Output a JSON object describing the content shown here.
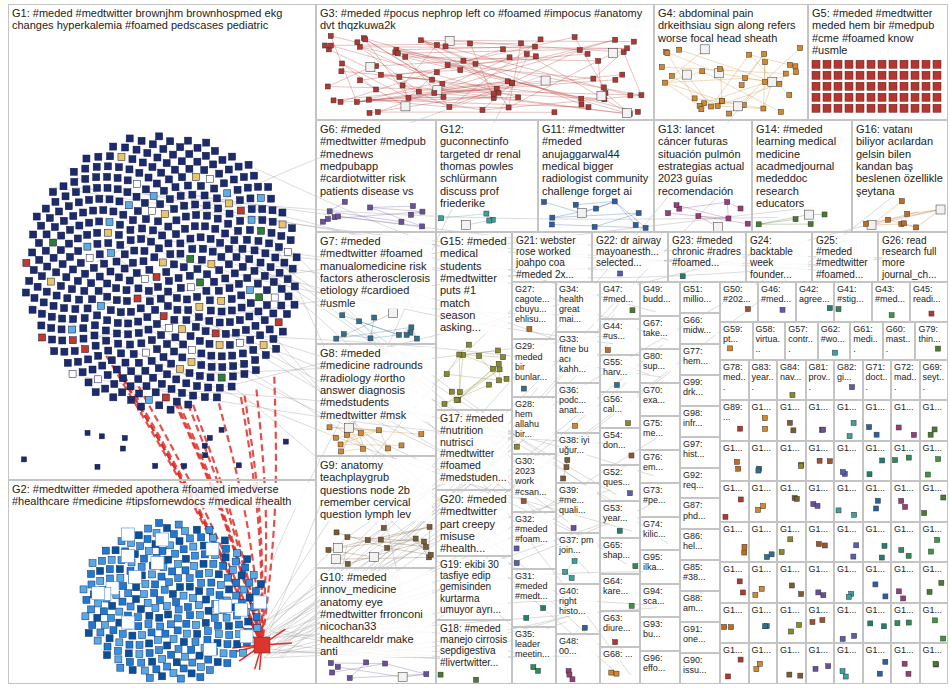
{
  "diagram": {
    "nodes": [
      {
        "text": [
          "G1: #meded #medtwitter brownjhm brownhospmed ekg changes hyperkalemia #foamed pedscases pediatric"
        ]
      },
      {
        "text": [
          "G2: #medtwitter #meded apothera #foamed imedverse #healthcare #medicine #tipsfornewdocs #medical #health"
        ]
      },
      {
        "text": [
          "G3: #meded #pocus nephrop left co #foamed #impocus #anatomy dvt thqzkuwa2k"
        ]
      },
      {
        "text": [
          "G4: abdominal pain drkeithsiau sign along refers worse focal head sheath"
        ]
      },
      {
        "text": [
          "G5: #meded #medtwitter meded hem bir #medpub #cme #foamed know #usmle"
        ]
      },
      {
        "text": [
          "G6: #meded #medtwitter #medpub #mednews medpubapp #cardiotwitter risk patients disease vs"
        ]
      },
      {
        "text": [
          "G12: guconnectinfo targeted dr renal thomas powles schlürmann discuss prof friederike"
        ]
      },
      {
        "text": [
          "G11: #medtwitter #meded anujaggarwal44 medical bigger radiologist community challenge forget ai"
        ]
      },
      {
        "text": [
          "G13: lancet cáncer futuras situación pulmón estrategias actual 2023 guías recomendación"
        ]
      },
      {
        "text": [
          "G14: #meded learning medical medicine acadmedjournal mededdoc research educators"
        ]
      },
      {
        "text": [
          "G16: vatanı biliyor acılardan gelsin bilen kandan baş beslenen özellikle şeytana"
        ]
      },
      {
        "text": [
          "G7: #meded #medtwitter #foamed manualomedicine risk factors atherosclerosis etiology #cardioed #usmle"
        ]
      },
      {
        "text": [
          "G15: #meded medical students #medtwitter puts #1 match season asking..."
        ]
      },
      {
        "text": [
          "G21: webster rose worked joahpo coa #meded 2x..."
        ]
      },
      {
        "text": [
          "G22: dr airway mayoanesth... selected..."
        ]
      },
      {
        "text": [
          "G23: #meded chronic #radres #foamed..."
        ]
      },
      {
        "text": [
          "G24: backtable week founder..."
        ]
      },
      {
        "text": [
          "G25: #meded #medtwitter #foamed..."
        ]
      },
      {
        "text": [
          "G26: read research full more journal_ch..."
        ]
      },
      {
        "text": [
          "G8: #meded #medicine radrounds #radiology #ortho answer diagnosis #medstudents #medtwitter #msk"
        ]
      },
      {
        "text": [
          "G9: anatomy teachplaygrub questions node 2b remember cervical question lymph lev"
        ]
      },
      {
        "text": [
          "G10: #meded innov_medicine anatomy eye #medtwitter frronconi nicochan33 healthcareldr make anti"
        ]
      },
      {
        "text": [
          "G17: #meded #nutrition nutrisci #medtwitter #foamed #medstuden..."
        ]
      },
      {
        "text": [
          "G20: #meded #medtwitter part creepy misuse #health..."
        ]
      },
      {
        "text": [
          "G19: ekibi 30 tasfiye edip gemisinden kurtarma umuyor ayrı..."
        ]
      },
      {
        "text": [
          "G18: #meded manejo cirrosis sepdigestiva #livertwitter..."
        ]
      },
      {
        "text": [
          "G27: cagote... cbuyu... ehlisu..."
        ]
      },
      {
        "text": [
          "G29: meded bir bunlar..."
        ]
      },
      {
        "text": [
          "G28: hem allahu bir..."
        ]
      },
      {
        "text": [
          "G30: 2023 work #csan..."
        ]
      },
      {
        "text": [
          "G32: #meded #foam..."
        ]
      },
      {
        "text": [
          "G31: #meded #medt..."
        ]
      },
      {
        "text": [
          "G35: leader meetin..."
        ]
      },
      {
        "text": [
          "G34: health great mai..."
        ]
      },
      {
        "text": [
          "G33: fitne bu acı kahh..."
        ]
      },
      {
        "text": [
          "G36: podc... anat..."
        ]
      },
      {
        "text": [
          "G38: iyi uğur..."
        ]
      },
      {
        "text": [
          "G39: #me... quali..."
        ]
      },
      {
        "text": [
          "G37: pm join..."
        ]
      },
      {
        "text": [
          "G40: right histo..."
        ]
      },
      {
        "text": [
          "G48: 00..."
        ]
      },
      {
        "text": [
          "G47: #med..."
        ]
      },
      {
        "text": [
          "G44: #us..."
        ]
      },
      {
        "text": [
          "G55: harv..."
        ]
      },
      {
        "text": [
          "G56: cal..."
        ]
      },
      {
        "text": [
          "G54: don..."
        ]
      },
      {
        "text": [
          "G52: ques..."
        ]
      },
      {
        "text": [
          "G53: year..."
        ]
      },
      {
        "text": [
          "G65: shap..."
        ]
      },
      {
        "text": [
          "G64: kare..."
        ]
      },
      {
        "text": [
          "G63: diure..."
        ]
      },
      {
        "text": [
          "G68: ..."
        ]
      },
      {
        "text": [
          "G49: budd..."
        ]
      },
      {
        "text": [
          "G67: take..."
        ]
      },
      {
        "text": [
          "G80: sup..."
        ]
      },
      {
        "text": [
          "G70: exa..."
        ]
      },
      {
        "text": [
          "G75: me..."
        ]
      },
      {
        "text": [
          "G76: em..."
        ]
      },
      {
        "text": [
          "G73: #pe..."
        ]
      },
      {
        "text": [
          "G74: kilic..."
        ]
      },
      {
        "text": [
          "G95: ilka..."
        ]
      },
      {
        "text": [
          "G94: sca..."
        ]
      },
      {
        "text": [
          "G93: bu..."
        ]
      },
      {
        "text": [
          "G96: effo..."
        ]
      },
      {
        "text": [
          "G51: millio..."
        ]
      },
      {
        "text": [
          "G66: midw..."
        ]
      },
      {
        "text": [
          "G77: hem..."
        ]
      },
      {
        "text": [
          "G99: drk..."
        ]
      },
      {
        "text": [
          "G98: infr..."
        ]
      },
      {
        "text": [
          "G97: hist..."
        ]
      },
      {
        "text": [
          "G92: req..."
        ]
      },
      {
        "text": [
          "G87: phd..."
        ]
      },
      {
        "text": [
          "G86: hel..."
        ]
      },
      {
        "text": [
          "G85: #38..."
        ]
      },
      {
        "text": [
          "G88: am..."
        ]
      },
      {
        "text": [
          "G91: one..."
        ]
      },
      {
        "text": [
          "G90: issu..."
        ]
      },
      {
        "text": [
          "G50: #202..."
        ]
      },
      {
        "text": [
          "G46: #med..."
        ]
      },
      {
        "text": [
          "G42: agree..."
        ]
      },
      {
        "text": [
          "G41: #stig..."
        ]
      },
      {
        "text": [
          "G43: #med..."
        ]
      },
      {
        "text": [
          "G45: readi..."
        ]
      },
      {
        "text": [
          "G59: pt..."
        ]
      },
      {
        "text": [
          "G58: virtua..."
        ]
      },
      {
        "text": [
          "G57: contr..."
        ]
      },
      {
        "text": [
          "G62: #wo..."
        ]
      },
      {
        "text": [
          "G61: medi..."
        ]
      },
      {
        "text": [
          "G60: mast..."
        ]
      },
      {
        "text": [
          "G79: thin..."
        ]
      },
      {
        "text": [
          "G78: med..."
        ]
      },
      {
        "text": [
          "G83: year..."
        ]
      },
      {
        "text": [
          "G84: nav..."
        ]
      },
      {
        "text": [
          "G81: prov..."
        ]
      },
      {
        "text": [
          "G82: gi..."
        ]
      },
      {
        "text": [
          "G71: doct..."
        ]
      },
      {
        "text": [
          "G72: mad..."
        ]
      },
      {
        "text": [
          "G69: seyt..."
        ]
      },
      {
        "text": [
          "G89: ..."
        ]
      },
      {
        "text": [
          "G1..."
        ]
      },
      {
        "text": [
          "G1..."
        ]
      },
      {
        "text": [
          "G1..."
        ]
      },
      {
        "text": [
          "G1..."
        ]
      },
      {
        "text": [
          "G1..."
        ]
      },
      {
        "text": [
          "G1..."
        ]
      },
      {
        "text": [
          "G1..."
        ]
      },
      {
        "text": [
          "G1..."
        ]
      },
      {
        "text": [
          "G1..."
        ]
      },
      {
        "text": [
          "G1..."
        ]
      },
      {
        "text": [
          "G1..."
        ]
      },
      {
        "text": [
          "G1..."
        ]
      },
      {
        "text": [
          "G1..."
        ]
      },
      {
        "text": [
          "G1..."
        ]
      },
      {
        "text": [
          "G1..."
        ]
      },
      {
        "text": [
          "G1..."
        ]
      },
      {
        "text": [
          "G1..."
        ]
      },
      {
        "text": [
          "G1..."
        ]
      },
      {
        "text": [
          "G1..."
        ]
      },
      {
        "text": [
          "G1..."
        ]
      },
      {
        "text": [
          "G1..."
        ]
      },
      {
        "text": [
          "G1..."
        ]
      },
      {
        "text": [
          "G1..."
        ]
      },
      {
        "text": [
          "G1..."
        ]
      },
      {
        "text": [
          "G1..."
        ]
      },
      {
        "text": [
          "G1..."
        ]
      },
      {
        "text": [
          "G1..."
        ]
      },
      {
        "text": [
          "G1..."
        ]
      },
      {
        "text": [
          "G1..."
        ]
      },
      {
        "text": [
          "G1..."
        ]
      },
      {
        "text": [
          "G1..."
        ]
      },
      {
        "text": [
          "G1..."
        ]
      },
      {
        "text": [
          "G1..."
        ]
      },
      {
        "text": [
          "G1..."
        ]
      },
      {
        "text": [
          "G1..."
        ]
      },
      {
        "text": [
          "G1..."
        ]
      },
      {
        "text": [
          "G1..."
        ]
      },
      {
        "text": [
          "G1..."
        ]
      },
      {
        "text": [
          "G1..."
        ]
      },
      {
        "text": [
          "G1..."
        ]
      },
      {
        "text": [
          "G1..."
        ]
      },
      {
        "text": [
          "G1..."
        ]
      },
      {
        "text": [
          "G1..."
        ]
      },
      {
        "text": [
          "G1..."
        ]
      },
      {
        "text": [
          "G1..."
        ]
      },
      {
        "text": [
          "G1..."
        ]
      },
      {
        "text": [
          "G1..."
        ]
      },
      {
        "text": [
          "G1..."
        ]
      },
      {
        "text": [
          "G1..."
        ]
      },
      {
        "text": [
          "G1..."
        ]
      },
      {
        "text": [
          "G1..."
        ]
      },
      {
        "text": [
          "G1..."
        ]
      },
      {
        "text": [
          "G1..."
        ]
      },
      {
        "text": [
          "G1..."
        ]
      },
      {
        "text": [
          "G1..."
        ]
      }
    ]
  }
}
